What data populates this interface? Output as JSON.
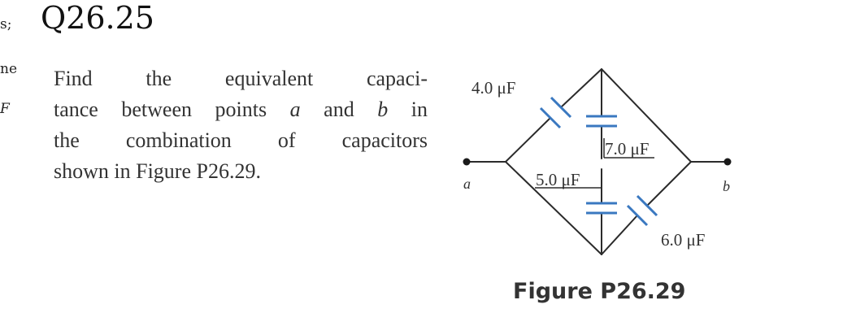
{
  "margin_fragments": [
    "s;",
    "ne",
    "F"
  ],
  "question": {
    "title": "Q26.25",
    "lines": [
      "Find the equivalent capaci-",
      "tance between points ",
      " and ",
      " in",
      "the combination of capacitors",
      "shown in Figure P26.29."
    ],
    "point_a": "a",
    "point_b": "b"
  },
  "figure": {
    "caption": "Figure P26.29",
    "capacitors": [
      {
        "label": "4.0 μF"
      },
      {
        "label": "7.0 μF"
      },
      {
        "label": "5.0 μF"
      },
      {
        "label": "6.0 μF"
      }
    ],
    "points": {
      "a": "a",
      "b": "b"
    },
    "colors": {
      "wire": "#2b2b2b",
      "capacitor": "#3a78c0"
    }
  }
}
